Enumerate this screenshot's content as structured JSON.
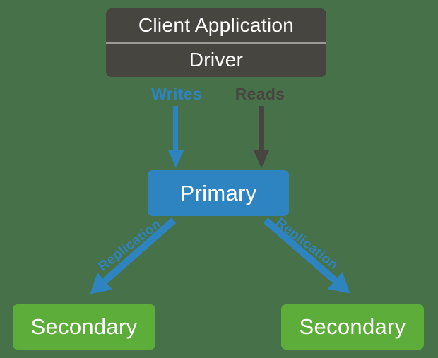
{
  "colors": {
    "background": "#477249",
    "dark": "#474540",
    "blue": "#2e83c1",
    "green": "#5cad3a",
    "divider": "#9b9b94",
    "text": "#ffffff"
  },
  "client_box": {
    "title": "Client Application",
    "subtitle": "Driver"
  },
  "flow_labels": {
    "writes": "Writes",
    "reads": "Reads"
  },
  "nodes": {
    "primary": "Primary",
    "secondary_left": "Secondary",
    "secondary_right": "Secondary"
  },
  "arrows": {
    "replication_left": "Replication",
    "replication_right": "Replication"
  }
}
